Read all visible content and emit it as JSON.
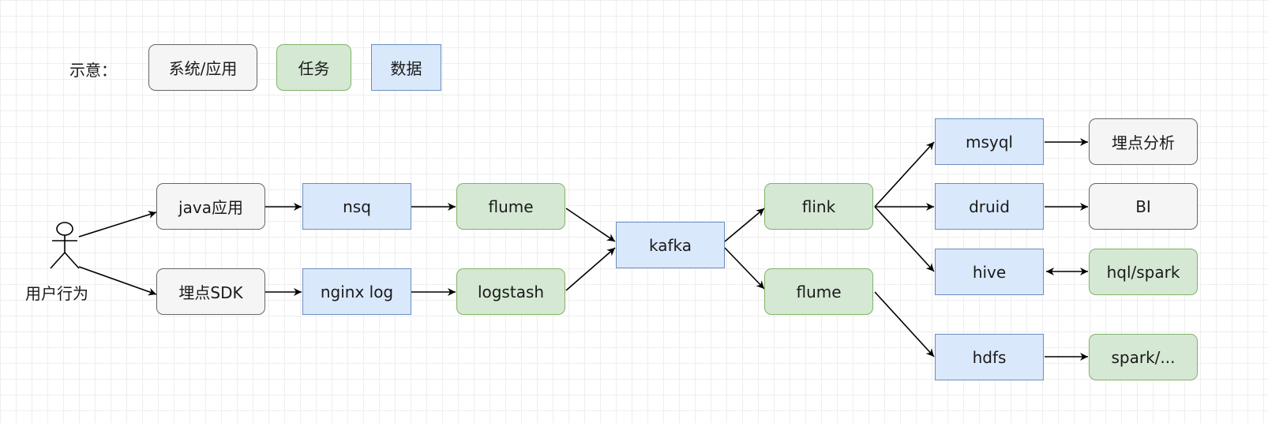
{
  "legend": {
    "label": "示意：",
    "items": [
      {
        "key": "sys",
        "text": "系统/应用"
      },
      {
        "key": "task",
        "text": "任务"
      },
      {
        "key": "data",
        "text": "数据"
      }
    ]
  },
  "actor": {
    "label": "用户行为",
    "icon": "stick-figure-user-icon"
  },
  "nodes": {
    "java_app": "java应用",
    "sdk": "埋点SDK",
    "nsq": "nsq",
    "nginx_log": "nginx log",
    "flume_1": "flume",
    "logstash": "logstash",
    "kafka": "kafka",
    "flink": "flink",
    "flume_2": "flume",
    "mysql": "msyql",
    "druid": "druid",
    "hive": "hive",
    "hdfs": "hdfs",
    "analysis": "埋点分析",
    "bi": "BI",
    "hql_spark": "hql/spark",
    "spark": "spark/..."
  },
  "colors": {
    "sys_fill": "#f5f5f5",
    "sys_stroke": "#666666",
    "task_fill": "#d5e8d4",
    "task_stroke": "#82b366",
    "data_fill": "#dae8fc",
    "data_stroke": "#6c8ebf",
    "edge": "#000000"
  }
}
